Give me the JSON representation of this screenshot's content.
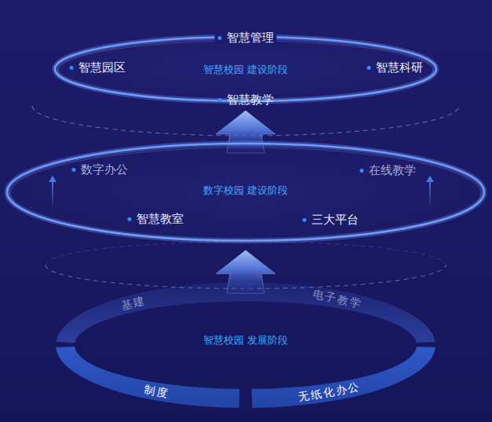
{
  "diagram": {
    "nodes": [
      {
        "text": [
          "智慧管理",
          "智慧园区",
          "智慧校园 建设阶段",
          "智慧科研",
          "智慧教学"
        ]
      },
      {
        "text": [
          "数字办公",
          "数字校园 建设阶段",
          "在线教学",
          "智慧教室",
          "三大平台"
        ]
      },
      {
        "text": [
          "基建",
          "电子教学",
          "智慧校园 发展阶段",
          "制度",
          "无纸化办公"
        ]
      }
    ],
    "edges": [
      {
        "from": 2,
        "to": 1,
        "arrow": "to"
      },
      {
        "from": 1,
        "to": 0,
        "arrow": "to"
      }
    ]
  }
}
